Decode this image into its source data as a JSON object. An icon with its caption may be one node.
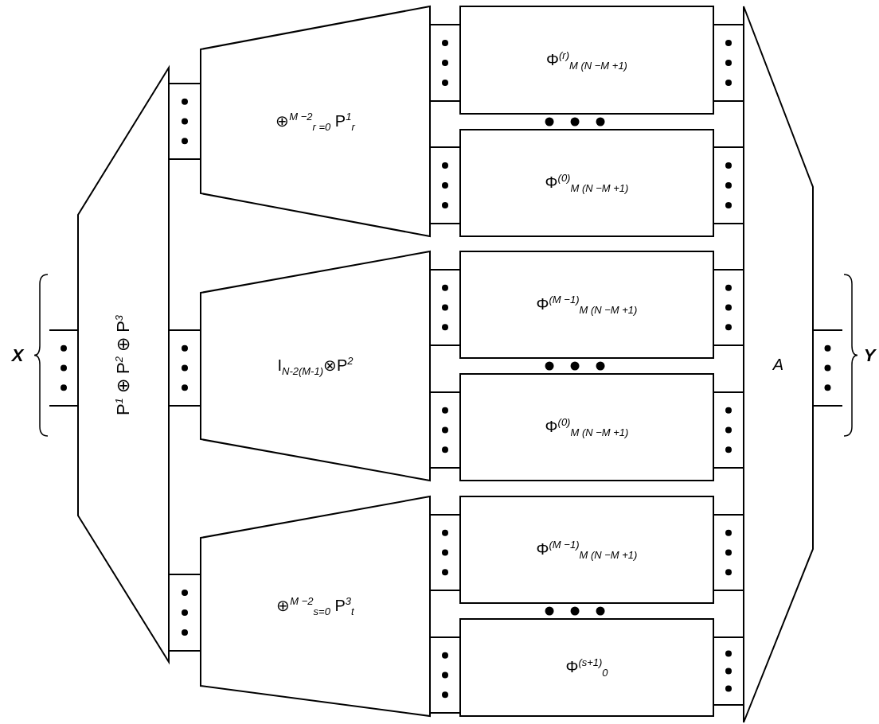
{
  "diagram": {
    "nodes": [
      {
        "text": [
          "P$^{1}$ ⊕ P$^{2}$ ⊕ P$^{3}$"
        ]
      },
      {
        "text": [
          "⊕$^{M −2}$$_{r =0}$ P$^{1}$$_{r}$"
        ]
      },
      {
        "text": [
          "Φ$^{(r)}$$_{M (N −M +1)}$"
        ]
      },
      {
        "text": [
          "Φ$^{(0)}$$_{M (N −M +1)}$"
        ]
      },
      {
        "text": [
          "I$_{N-2(M-1)}$⊗P$^{2}$"
        ]
      },
      {
        "text": [
          "Φ$^{(M −1)}$$_{M (N −M +1)}$"
        ]
      },
      {
        "text": [
          "Φ$^{(0)}$$_{M (N −M +1)}$"
        ]
      },
      {
        "text": [
          "⊕$^{M −2}$$_{s=0}$ P$^{3}$$_{t}$"
        ]
      },
      {
        "text": [
          "Φ$^{(M −1)}$$_{M (N −M +1)}$"
        ]
      },
      {
        "text": [
          "Φ$^{(s+1)}$$_{0}$"
        ]
      },
      {
        "text": [
          "A"
        ]
      },
      {
        "text": [
          "X"
        ]
      },
      {
        "text": [
          "Y"
        ]
      }
    ],
    "edges": [
      {
        "from": 11,
        "to": 0,
        "arrow": "none"
      },
      {
        "from": 0,
        "to": 1,
        "arrow": "none"
      },
      {
        "from": 0,
        "to": 4,
        "arrow": "none"
      },
      {
        "from": 0,
        "to": 7,
        "arrow": "none"
      },
      {
        "from": 1,
        "to": 2,
        "arrow": "none"
      },
      {
        "from": 1,
        "to": 3,
        "arrow": "none"
      },
      {
        "from": 4,
        "to": 5,
        "arrow": "none"
      },
      {
        "from": 4,
        "to": 6,
        "arrow": "none"
      },
      {
        "from": 7,
        "to": 8,
        "arrow": "none"
      },
      {
        "from": 7,
        "to": 9,
        "arrow": "none"
      },
      {
        "from": 2,
        "to": 10,
        "arrow": "none"
      },
      {
        "from": 3,
        "to": 10,
        "arrow": "none"
      },
      {
        "from": 5,
        "to": 10,
        "arrow": "none"
      },
      {
        "from": 6,
        "to": 10,
        "arrow": "none"
      },
      {
        "from": 8,
        "to": 10,
        "arrow": "none"
      },
      {
        "from": 9,
        "to": 10,
        "arrow": "none"
      },
      {
        "from": 10,
        "to": 12,
        "arrow": "none"
      }
    ]
  }
}
